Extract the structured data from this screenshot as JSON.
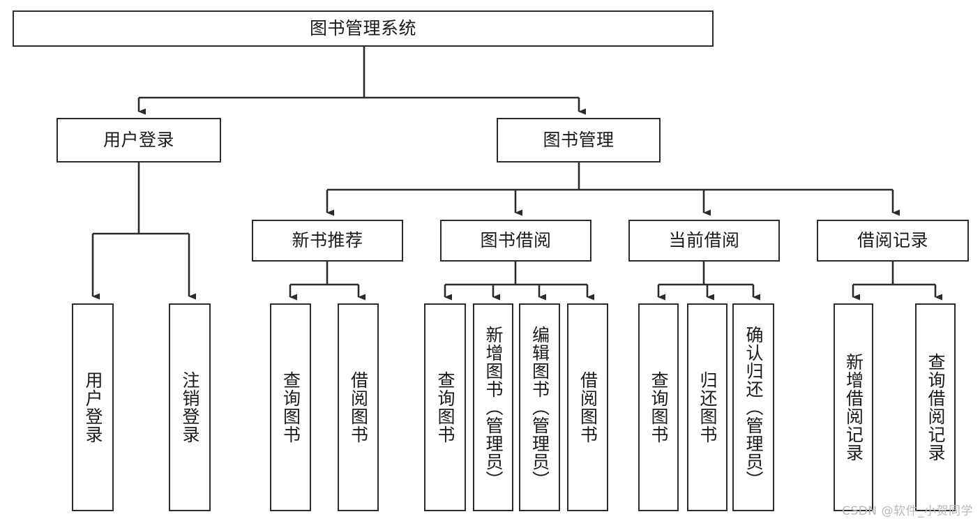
{
  "diagram": {
    "type": "hierarchy-tree",
    "root": {
      "label": "图书管理系统"
    },
    "level2": [
      {
        "label": "用户登录"
      },
      {
        "label": "图书管理"
      }
    ],
    "level3": [
      {
        "label": "新书推荐"
      },
      {
        "label": "图书借阅"
      },
      {
        "label": "当前借阅"
      },
      {
        "label": "借阅记录"
      }
    ],
    "leaves": [
      {
        "label": "用户登录"
      },
      {
        "label": "注销登录"
      },
      {
        "label": "查询图书"
      },
      {
        "label": "借阅图书"
      },
      {
        "label": "查询图书"
      },
      {
        "label": "新增图书（管理员）"
      },
      {
        "label": "编辑图书（管理员）"
      },
      {
        "label": "借阅图书"
      },
      {
        "label": "查询图书"
      },
      {
        "label": "归还图书"
      },
      {
        "label": "确认归还（管理员）"
      },
      {
        "label": "新增借阅记录"
      },
      {
        "label": "查询借阅记录"
      }
    ]
  },
  "watermark": {
    "text": "CSDN @软件_小贺同学"
  },
  "colors": {
    "stroke": "#2b2b2b",
    "fill": "#ffffff",
    "text": "#1a1a1a",
    "watermark": "#b9b9b9"
  }
}
